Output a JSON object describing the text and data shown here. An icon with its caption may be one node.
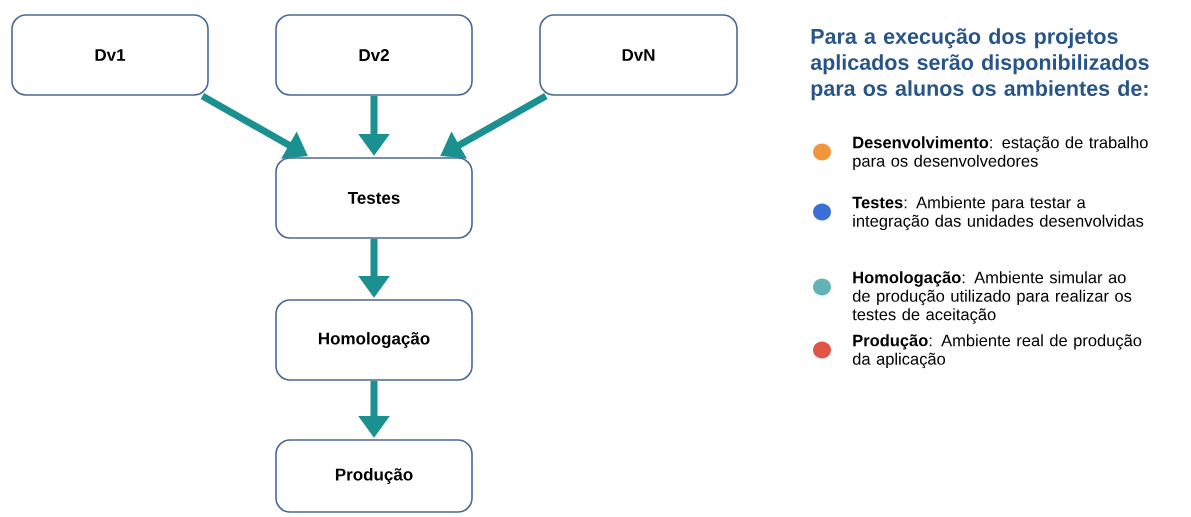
{
  "diagram": {
    "title": "Para a execução dos projetos aplicados serão disponibilizados para os alunos os ambientes de:",
    "nodes": [
      {
        "text": [
          "Dv1"
        ]
      },
      {
        "text": [
          "Dv2"
        ]
      },
      {
        "text": [
          "DvN"
        ]
      },
      {
        "text": [
          "Testes"
        ]
      },
      {
        "text": [
          "Homologação"
        ]
      },
      {
        "text": [
          "Produção"
        ]
      }
    ],
    "edges": [
      {
        "from": 0,
        "to": 3,
        "arrow": "to"
      },
      {
        "from": 1,
        "to": 3,
        "arrow": "to"
      },
      {
        "from": 2,
        "to": 3,
        "arrow": "to"
      },
      {
        "from": 3,
        "to": 4,
        "arrow": "to"
      },
      {
        "from": 4,
        "to": 5,
        "arrow": "to"
      }
    ],
    "legend": [
      {
        "text": "**Desenvolvimento**: estação de trabalho para os desenvolvedores",
        "color": "#f0963c"
      },
      {
        "text": "**Testes**: Ambiente para testar a integração das unidades desenvolvidas",
        "color": "#3a6fd8"
      },
      {
        "text": "**Homologação**: Ambiente simular ao de produção utilizado para realizar os testes de aceitação",
        "color": "#62b3b3"
      },
      {
        "text": "**Produção**: Ambiente real de produção da aplicação",
        "color": "#e05545"
      }
    ]
  }
}
